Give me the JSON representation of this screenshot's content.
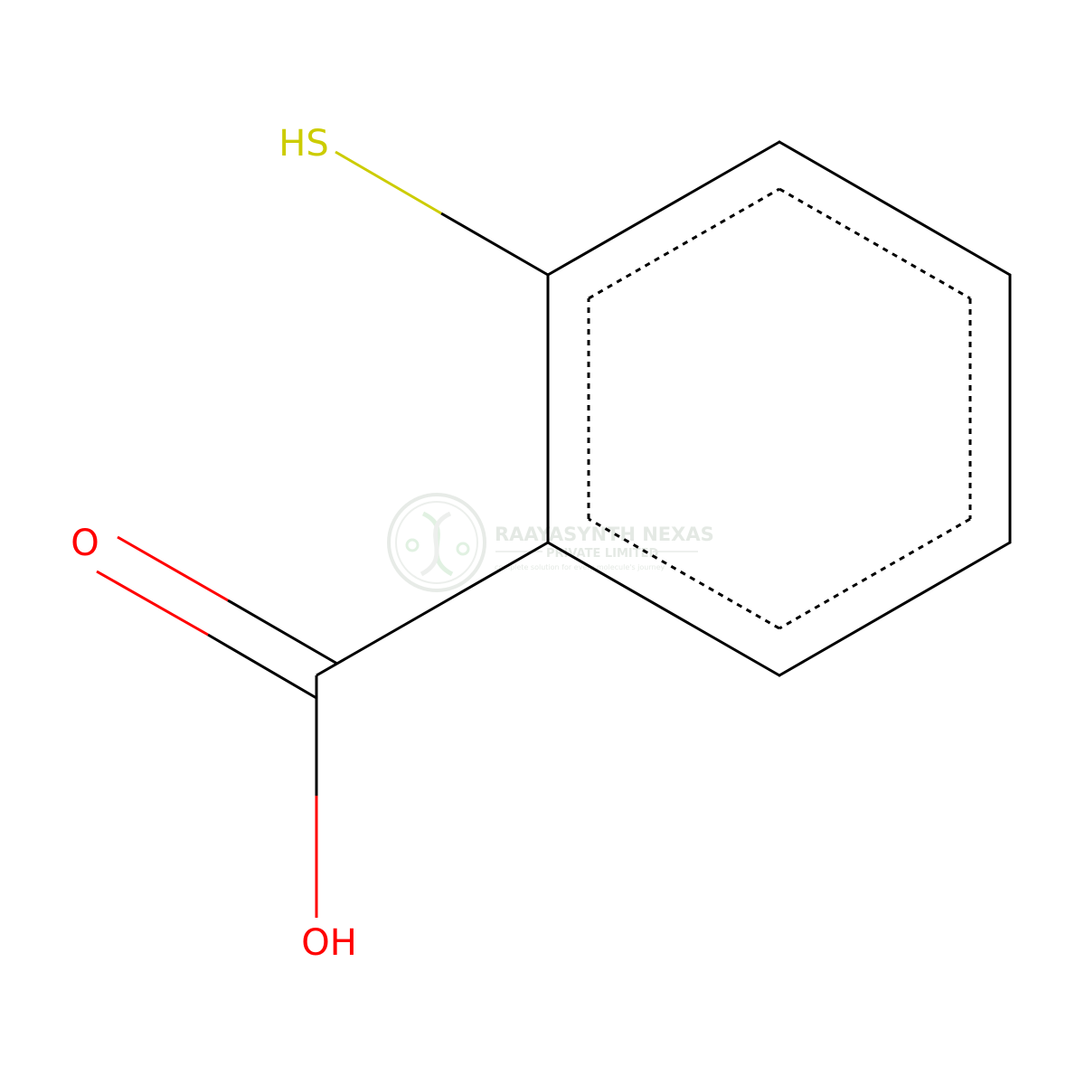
{
  "molecule": {
    "atoms": {
      "thiol": {
        "text": "HS",
        "color": "#cccc00"
      },
      "carbonyl_oxygen": {
        "text": "O",
        "color": "#ff0000"
      },
      "hydroxyl": {
        "text": "OH",
        "color": "#ff0000"
      }
    },
    "bond_color": "#000000"
  },
  "watermark": {
    "company": "RAAYASYNTH NEXAS",
    "suffix": "PRIVATE LIMITED",
    "tagline": "complete solution for every molecule's journey",
    "color": "#cfd8cf"
  }
}
